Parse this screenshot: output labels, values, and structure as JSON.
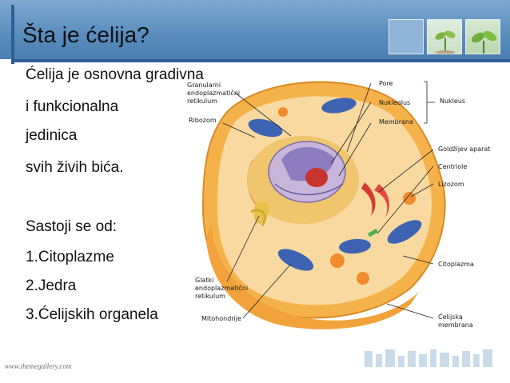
{
  "slide": {
    "title": "Šta je ćelija?",
    "body_lines": [
      "Ćelija je osnovna gradivna",
      " i funkcionalna",
      " jedinica",
      "svih živih bića.",
      "",
      "Sastoji se od:",
      "1.Citoplazme",
      "2.Jedra",
      "3.Ćelijskih organela"
    ],
    "footer": "www.themegallery.com"
  },
  "diagram": {
    "labels": {
      "granular_er": "Granularni\nendoplazmatični\nretikulum",
      "ribozom": "Ribozom",
      "pore": "Pore",
      "nukleolus": "Nukleolus",
      "membrana": "Membrana",
      "nukleus": "Nukleus",
      "goldzi": "Goldžijev aparat",
      "centriole": "Centriole",
      "lizozom": "Lizozom",
      "citoplazma": "Citoplazma",
      "glatki_er": "Glatki\nendoplazmatični\nretikulum",
      "mitohondrije": "Mitohondrije",
      "celijska_membrana": "Ćelijska\nmembrana"
    }
  },
  "colors": {
    "header": "#5c8ebf",
    "header_line": "#2f5f95",
    "cell_outer": "#f6b24a",
    "cytoplasm": "#f8d9a0",
    "nucleus": "#c7b6d9",
    "mitochondria": "#3e63b3",
    "lysosome": "#f08c2c",
    "er": "#e34a3f"
  }
}
